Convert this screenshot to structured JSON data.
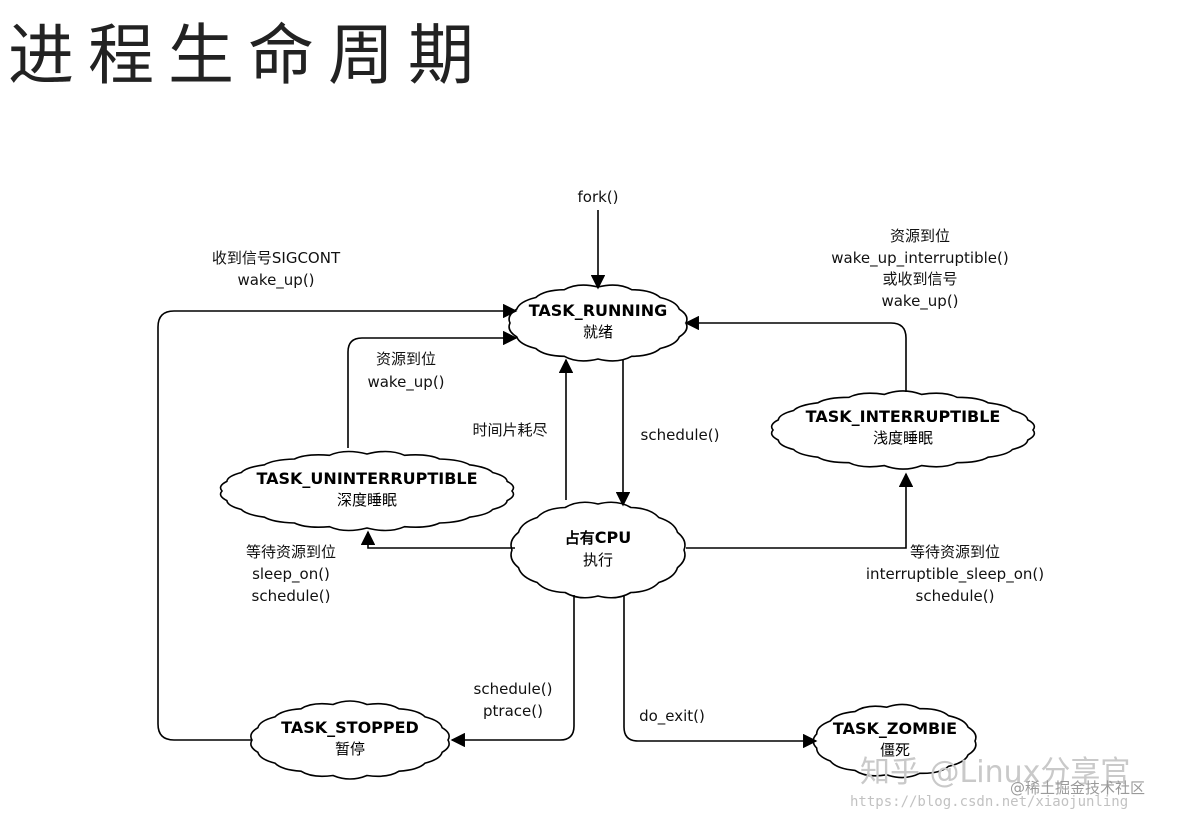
{
  "title": "进程生命周期",
  "states": {
    "running": {
      "name": "TASK_RUNNING",
      "sub": "就绪"
    },
    "cpu": {
      "name": "CPU",
      "prefix": "占有",
      "sub": "执行"
    },
    "interruptible": {
      "name": "TASK_INTERRUPTIBLE",
      "sub": "浅度睡眠"
    },
    "uninterruptible": {
      "name": "TASK_UNINTERRUPTIBLE",
      "sub": "深度睡眠"
    },
    "stopped": {
      "name": "TASK_STOPPED",
      "sub": "暂停"
    },
    "zombie": {
      "name": "TASK_ZOMBIE",
      "sub": "僵死"
    }
  },
  "labels": {
    "fork": "fork()",
    "sigcont_1": "收到信号SIGCONT",
    "sigcont_2": "wake_up()",
    "int_wake_1": "资源到位",
    "int_wake_2": "wake_up_interruptible()",
    "int_wake_3": "或收到信号",
    "int_wake_4": "wake_up()",
    "unint_wake_1": "资源到位",
    "unint_wake_2": "wake_up()",
    "timeslice": "时间片耗尽",
    "schedule": "schedule()",
    "sleep_1": "等待资源到位",
    "sleep_2": "sleep_on()",
    "sleep_3": "schedule()",
    "isleep_1": "等待资源到位",
    "isleep_2": "interruptible_sleep_on()",
    "isleep_3": "schedule()",
    "stop_1": "schedule()",
    "stop_2": "ptrace()",
    "exit": "do_exit()"
  },
  "watermarks": {
    "zhihu": "知乎 @Linux分享官",
    "juejin": "@稀土掘金技术社区",
    "url": "https://blog.csdn.net/xiaojunling"
  }
}
